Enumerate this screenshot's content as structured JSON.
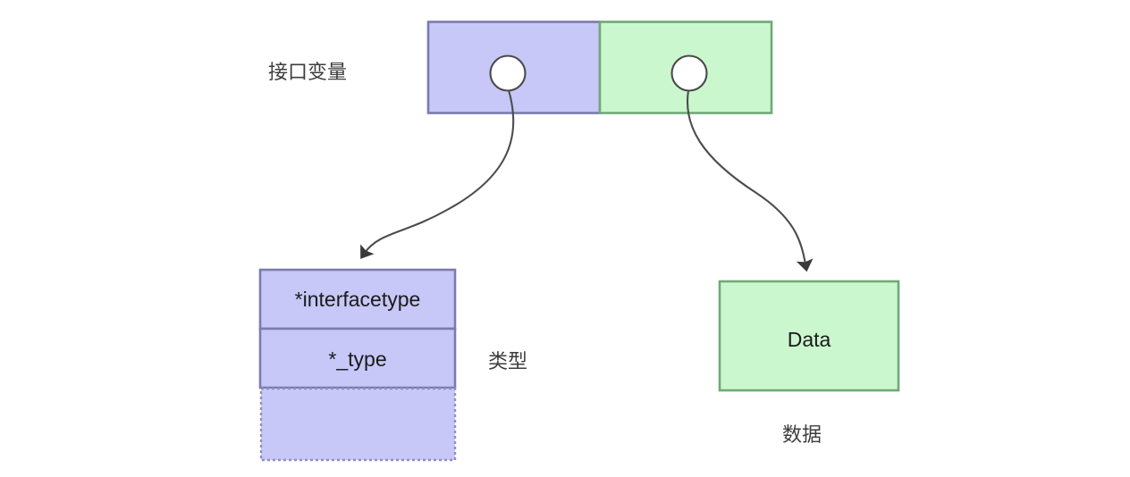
{
  "diagram": {
    "title_label": "接口变量",
    "type_label": "类型",
    "data_label": "数据",
    "colors": {
      "purple_fill": "#c7c7f8",
      "green_fill": "#cbf7ce",
      "purple_stroke": "#7b7bad",
      "green_stroke": "#70a878",
      "arrow_stroke": "#4d4d4d",
      "text": "#1b1b1b",
      "label_text": "#3d3d3d",
      "background": "#ffffff",
      "circle_fill": "#ffffff"
    },
    "interface_variable": {
      "label": "接口变量",
      "cells": [
        {
          "name": "type-pointer-cell",
          "fill": "#c7c7f8",
          "stroke": "#7b7bad",
          "port": "type-port-circle"
        },
        {
          "name": "data-pointer-cell",
          "fill": "#cbf7ce",
          "stroke": "#70a878",
          "port": "data-port-circle"
        }
      ]
    },
    "type_struct": {
      "label": "类型",
      "rows": [
        {
          "text": "*interfacetype",
          "border": "solid"
        },
        {
          "text": "*_type",
          "border": "solid"
        },
        {
          "text": "",
          "border": "dotted"
        }
      ]
    },
    "data_box": {
      "label": "数据",
      "text": "Data"
    },
    "connectors": [
      {
        "name": "type-pointer-arrow",
        "from": "type-port-circle",
        "to": "type-struct"
      },
      {
        "name": "data-pointer-arrow",
        "from": "data-port-circle",
        "to": "data-box"
      }
    ]
  }
}
